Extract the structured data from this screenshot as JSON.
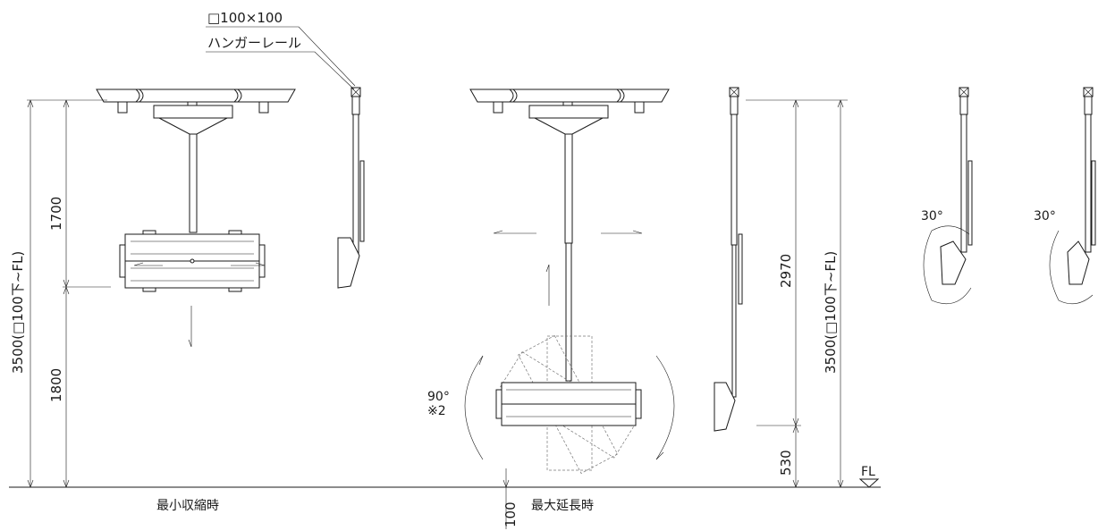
{
  "labels": {
    "square_size": "□100×100",
    "hanger_rail": "ハンガーレール",
    "min_retracted": "最小収縮時",
    "max_extended": "最大延長時",
    "floor_level": "FL",
    "rotation_90": "90°",
    "note_2": "※2",
    "tilt_left": "30°",
    "tilt_right": "30°"
  },
  "dimensions": {
    "total_height_left": "3500(□100下~FL)",
    "upper_left": "1700",
    "lower_left": "1800",
    "extended_length": "2970",
    "floor_clearance": "530",
    "total_height_right": "3500(□100下~FL)",
    "below_floor": "100"
  }
}
